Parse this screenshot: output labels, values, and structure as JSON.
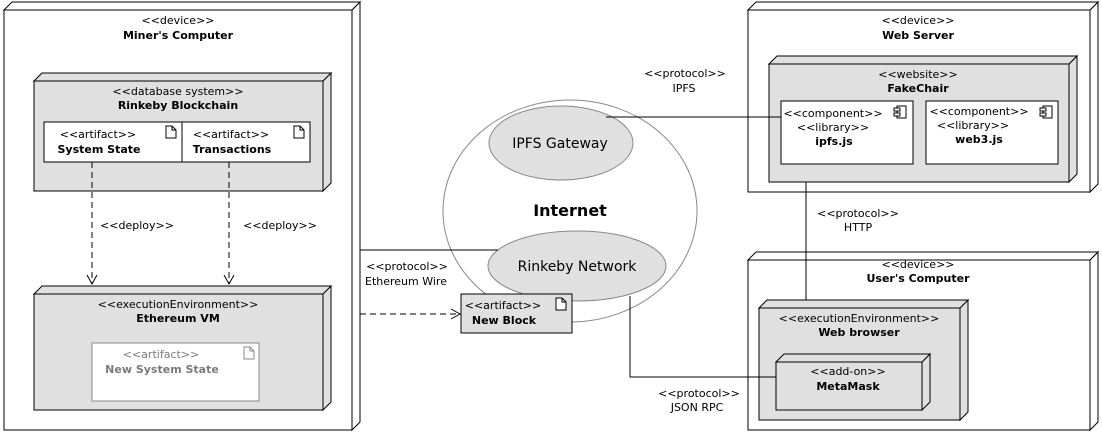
{
  "nodes": {
    "miners_computer": {
      "stereotype": "<<device>>",
      "name": "Miner's Computer"
    },
    "web_server": {
      "stereotype": "<<device>>",
      "name": "Web Server"
    },
    "users_computer": {
      "stereotype": "<<device>>",
      "name": "User's Computer"
    },
    "rinkeby_blockchain": {
      "stereotype": "<<database system>>",
      "name": "Rinkeby Blockchain"
    },
    "ethereum_vm": {
      "stereotype": "<<executionEnvironment>>",
      "name": "Ethereum VM"
    },
    "fakechair": {
      "stereotype": "<<website>>",
      "name": "FakeChair"
    },
    "web_browser": {
      "stereotype": "<<executionEnvironment>>",
      "name": "Web browser"
    },
    "metamask": {
      "stereotype": "<<add-on>>",
      "name": "MetaMask"
    }
  },
  "artifacts": {
    "system_state": {
      "stereotype": "<<artifact>>",
      "name": "System State"
    },
    "transactions": {
      "stereotype": "<<artifact>>",
      "name": "Transactions"
    },
    "new_system_state": {
      "stereotype": "<<artifact>>",
      "name": "New System State"
    },
    "new_block": {
      "stereotype": "<<artifact>>",
      "name": "New Block"
    }
  },
  "components": {
    "ipfs_js": {
      "stereotype1": "<<component>>",
      "stereotype2": "<<library>>",
      "name": "ipfs.js"
    },
    "web3_js": {
      "stereotype1": "<<component>>",
      "stereotype2": "<<library>>",
      "name": "web3.js"
    }
  },
  "internet": {
    "label": "Internet",
    "ipfs_gateway": "IPFS Gateway",
    "rinkeby_network": "Rinkeby Network"
  },
  "edges": {
    "deploy_left": "<<deploy>>",
    "deploy_right": "<<deploy>>",
    "ipfs": {
      "stereotype": "<<protocol>>",
      "name": "IPFS"
    },
    "http": {
      "stereotype": "<<protocol>>",
      "name": "HTTP"
    },
    "ethereum_wire": {
      "stereotype": "<<protocol>>",
      "name": "Ethereum Wire"
    },
    "json_rpc": {
      "stereotype": "<<protocol>>",
      "name": "JSON RPC"
    }
  }
}
